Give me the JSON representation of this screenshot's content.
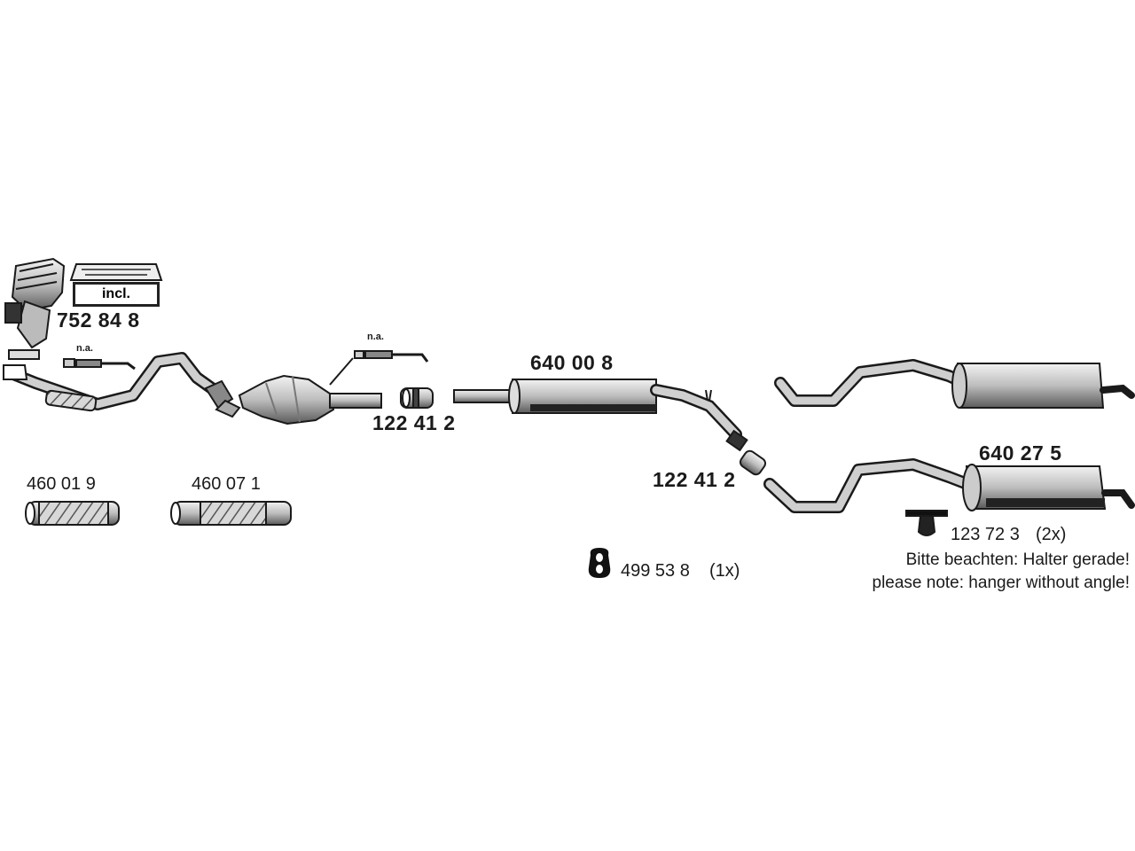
{
  "parts": {
    "manifold_catalyst": "752 84 8",
    "incl": "incl.",
    "na_left": "n.a.",
    "na_right": "n.a.",
    "clamp_front": "122 41 2",
    "middle_silencer": "640 00 8",
    "clamp_rear": "122 41 2",
    "rear_silencer": "640 27 5",
    "flex_pipe_short": "460 01 9",
    "flex_pipe_long": "460 07 1",
    "rubber_ring": "499 53 8",
    "rubber_ring_qty": "(1x)",
    "hanger": "123 72 3",
    "hanger_qty": "(2x)"
  },
  "notes": {
    "de": "Bitte beachten: Halter gerade!",
    "en": "please note: hanger without angle!"
  },
  "colors": {
    "line": "#1a1a1a",
    "pipe_fill": "#cfcfcf",
    "shadow": "#3a3a3a"
  }
}
